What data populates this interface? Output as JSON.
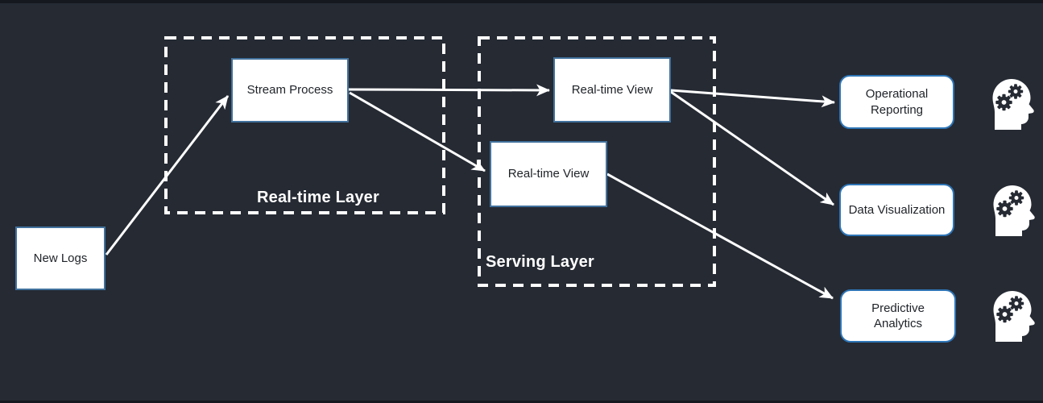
{
  "colors": {
    "background": "#252A33",
    "edge_strip": "#15181E",
    "node_fill": "#FFFFFF",
    "square_node_border": "#41719C",
    "rounded_node_border": "#2E75B6",
    "arrow": "#FFFFFF",
    "layer_label_text": "#FFFFFF",
    "node_text": "#1E2227"
  },
  "nodes": {
    "new_logs": {
      "label": "New Logs"
    },
    "stream_process": {
      "label": "Stream Process"
    },
    "realtime_view_top": {
      "label": "Real-time View"
    },
    "realtime_view_bottom": {
      "label": "Real-time View"
    },
    "operational_reporting": {
      "label": "Operational Reporting"
    },
    "data_visualization": {
      "label": "Data Visualization"
    },
    "predictive_analytics": {
      "label": "Predictive Analytics"
    }
  },
  "layers": {
    "realtime": {
      "label": "Real-time Layer"
    },
    "serving": {
      "label": "Serving Layer"
    }
  },
  "icons": {
    "consumer": "head-with-gears-icon"
  },
  "edges": [
    {
      "from": "new_logs",
      "to": "stream_process"
    },
    {
      "from": "stream_process",
      "to": "realtime_view_top"
    },
    {
      "from": "stream_process",
      "to": "realtime_view_bottom"
    },
    {
      "from": "realtime_view_top",
      "to": "operational_reporting"
    },
    {
      "from": "realtime_view_top",
      "to": "data_visualization"
    },
    {
      "from": "realtime_view_bottom",
      "to": "predictive_analytics"
    }
  ]
}
